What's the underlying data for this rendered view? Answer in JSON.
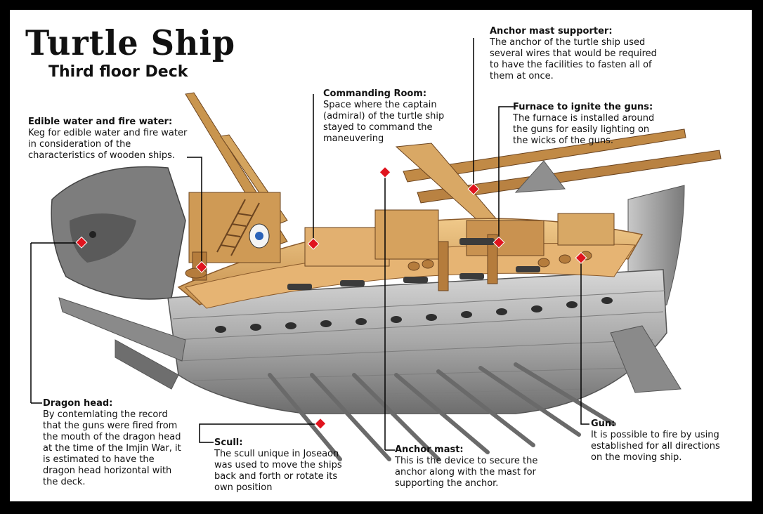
{
  "title": "Turtle Ship",
  "subtitle": "Third floor Deck",
  "callouts": {
    "edible_water": {
      "heading": "Edible water and fire water:",
      "body": "Keg for edible water and fire water in consideration of the characteristics of wooden ships."
    },
    "commanding_room": {
      "heading": "Commanding Room:",
      "body": "Space where the captain (admiral) of the turtle ship stayed to command the maneuvering"
    },
    "anchor_mast_supporter": {
      "heading": "Anchor mast supporter:",
      "body": "The anchor of the turtle ship used several wires that would be required to have the facilities to fasten all of them at once."
    },
    "furnace": {
      "heading": "Furnace to ignite the guns:",
      "body": "The furnace is installed around the guns for easily lighting on the wicks of the guns."
    },
    "dragon_head": {
      "heading": "Dragon head:",
      "body": "By contemlating the record that the guns were fired from the mouth of the dragon head at the time of the Imjin War, it is estimated to have the dragon head horizontal with the deck."
    },
    "scull": {
      "heading": "Scull:",
      "body": "The scull unique in Joseaon was used to move the ships back and forth or rotate its own position"
    },
    "anchor_mast": {
      "heading": "Anchor mast:",
      "body": "This is the device to secure the anchor along with the mast for supporting the anchor."
    },
    "gun": {
      "heading": "Gun:",
      "body": "It is possible to fire by using established for all directions on the moving ship."
    }
  },
  "colors": {
    "frame": "#000000",
    "marker": "#e0141e",
    "wood_light": "#d9a865",
    "wood_dark": "#8a5a2b",
    "hull": "#9a9a9a"
  }
}
